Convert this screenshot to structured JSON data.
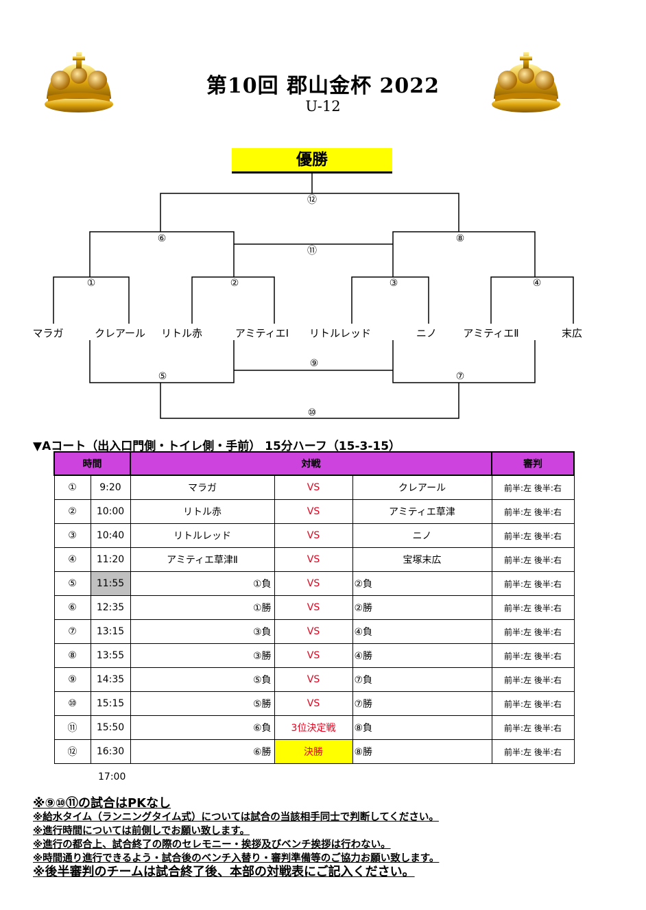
{
  "header": {
    "title": "第10回 郡山金杯 2022",
    "subtitle": "U-12"
  },
  "bracket": {
    "champion_label": "優勝",
    "teams": [
      "マラガ",
      "クレアール",
      "リトル赤",
      "アミティエⅠ",
      "リトルレッド",
      "ニノ",
      "アミティエⅡ",
      "末広"
    ],
    "match_numbers": [
      "⑫",
      "⑥",
      "⑧",
      "⑪",
      "①",
      "②",
      "③",
      "④",
      "⑨",
      "⑤",
      "⑦",
      "⑩"
    ]
  },
  "schedule": {
    "court_title": "▼Aコート（出入口門側・トイレ側・手前） 15分ハーフ（15-3-15）",
    "headers": {
      "time": "時間",
      "match": "対戦",
      "referee": "審判"
    },
    "rows": [
      {
        "no": "①",
        "time": "9:20",
        "home": "マラガ",
        "vs": "VS",
        "away": "クレアール",
        "ref": "前半:左 後半:右"
      },
      {
        "no": "②",
        "time": "10:00",
        "home": "リトル赤",
        "vs": "VS",
        "away": "アミティエ草津",
        "ref": "前半:左 後半:右"
      },
      {
        "no": "③",
        "time": "10:40",
        "home": "リトルレッド",
        "vs": "VS",
        "away": "ニノ",
        "ref": "前半:左 後半:右"
      },
      {
        "no": "④",
        "time": "11:20",
        "home": "アミティエ草津Ⅱ",
        "vs": "VS",
        "away": "宝塚末広",
        "ref": "前半:左 後半:右"
      },
      {
        "no": "⑤",
        "time": "11:55",
        "home": "①負",
        "vs": "VS",
        "away": "②負",
        "ref": "前半:左 後半:右"
      },
      {
        "no": "⑥",
        "time": "12:35",
        "home": "①勝",
        "vs": "VS",
        "away": "②勝",
        "ref": "前半:左 後半:右"
      },
      {
        "no": "⑦",
        "time": "13:15",
        "home": "③負",
        "vs": "VS",
        "away": "④負",
        "ref": "前半:左 後半:右"
      },
      {
        "no": "⑧",
        "time": "13:55",
        "home": "③勝",
        "vs": "VS",
        "away": "④勝",
        "ref": "前半:左 後半:右"
      },
      {
        "no": "⑨",
        "time": "14:35",
        "home": "⑤負",
        "vs": "VS",
        "away": "⑦負",
        "ref": "前半:左 後半:右"
      },
      {
        "no": "⑩",
        "time": "15:15",
        "home": "⑤勝",
        "vs": "VS",
        "away": "⑦勝",
        "ref": "前半:左 後半:右"
      },
      {
        "no": "⑪",
        "time": "15:50",
        "home": "⑥負",
        "vs": "3位決定戦",
        "away": "⑧負",
        "ref": "前半:左 後半:右"
      },
      {
        "no": "⑫",
        "time": "16:30",
        "home": "⑥勝",
        "vs": "決勝",
        "away": "⑧勝",
        "ref": "前半:左 後半:右"
      }
    ],
    "end_time": "17:00"
  },
  "notes": [
    "※⑨⑩⑪の試合はPKなし",
    "※給水タイム（ランニングタイム式）については試合の当該相手同士で判断してください。",
    "※進行時間については前側しでお願い致します。",
    "※進行の都合上、試合終了の際のセレモニー・挨拶及びベンチ挨拶は行わない。",
    "※時間通り進行できるよう・試合後のベンチ入替り・審判準備等のご協力お願い致します。",
    "※後半審判のチームは試合終了後、本部の対戦表にご記入ください。"
  ],
  "colors": {
    "champion_bg": "#ffff00",
    "header_bg": "#cc44dd",
    "vs_text": "#e8001c",
    "highlight_grey": "#c0c0c0"
  },
  "icons": [
    "crown-icon-left",
    "crown-icon-right"
  ]
}
